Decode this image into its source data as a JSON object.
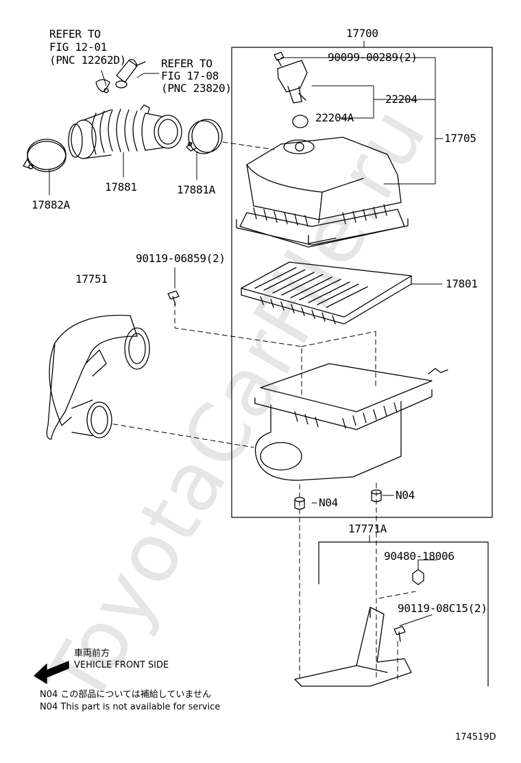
{
  "watermark": "ToyotaCarFile.ru",
  "refer_1": {
    "line1": "REFER TO",
    "line2": "FIG 12-01",
    "line3": "(PNC 12262D)"
  },
  "refer_2": {
    "line1": "REFER TO",
    "line2": "FIG 17-08",
    "line3": "(PNC 23820)"
  },
  "parts": {
    "p17700": "17700",
    "p90099": "90099-00289(2)",
    "p22204": "22204",
    "p22204A": "22204A",
    "p17705": "17705",
    "p17881": "17881",
    "p17881A": "17881A",
    "p17882A": "17882A",
    "p90119a": "90119-06859(2)",
    "p17751": "17751",
    "p17801": "17801",
    "n04_left": "N04",
    "n04_right": "N04",
    "p17771A": "17771A",
    "p90480": "90480-18006",
    "p90119b": "90119-08C15(2)"
  },
  "legend": {
    "front_jp": "車両前方",
    "front_en": "VEHICLE FRONT SIDE",
    "note_jp": "N04  この部品については補給していません",
    "note_en": "N04  This part is not available for service"
  },
  "figure_id": "174519D"
}
